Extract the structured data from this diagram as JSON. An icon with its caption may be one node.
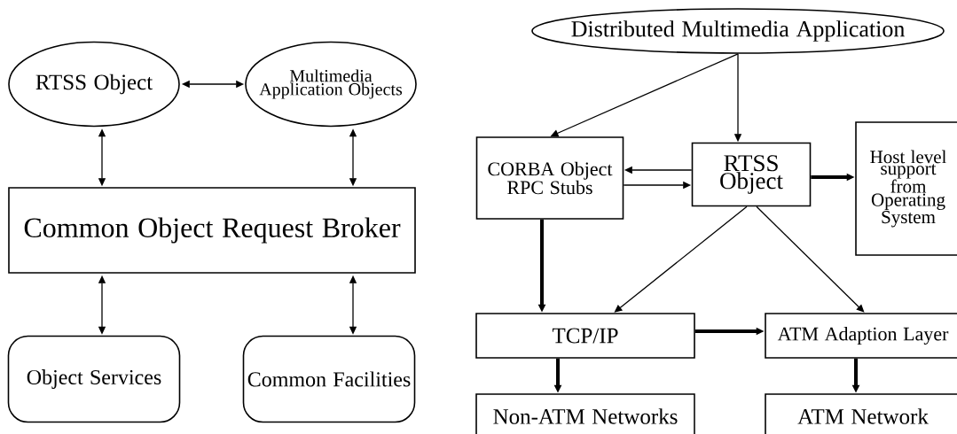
{
  "diagram": {
    "nodes": [
      {
        "text": [
          "RTSS Object"
        ]
      },
      {
        "text": [
          "Multimedia Application Objects"
        ]
      },
      {
        "text": [
          "Common Object Request Broker"
        ]
      },
      {
        "text": [
          "Object Services"
        ]
      },
      {
        "text": [
          "Common Facilities"
        ]
      },
      {
        "text": [
          "Distributed Multimedia Application"
        ]
      },
      {
        "text": [
          "CORBA Object RPC Stubs"
        ]
      },
      {
        "text": [
          "RTSS Object"
        ]
      },
      {
        "text": [
          "Host level support from Operating System"
        ]
      },
      {
        "text": [
          "TCP/IP"
        ]
      },
      {
        "text": [
          "ATM Adaption Layer"
        ]
      },
      {
        "text": [
          "Non-ATM Networks"
        ]
      },
      {
        "text": [
          "ATM Network"
        ]
      }
    ],
    "edges": [
      {
        "from": 0,
        "to": 1,
        "arrow": "both"
      },
      {
        "from": 0,
        "to": 2,
        "arrow": "both"
      },
      {
        "from": 1,
        "to": 2,
        "arrow": "both"
      },
      {
        "from": 2,
        "to": 3,
        "arrow": "both"
      },
      {
        "from": 2,
        "to": 4,
        "arrow": "both"
      },
      {
        "from": 5,
        "to": 6,
        "arrow": "to"
      },
      {
        "from": 5,
        "to": 7,
        "arrow": "to"
      },
      {
        "from": 7,
        "to": 6,
        "arrow": "to"
      },
      {
        "from": 6,
        "to": 7,
        "arrow": "to"
      },
      {
        "from": 7,
        "to": 8,
        "arrow": "to",
        "style": "thick"
      },
      {
        "from": 6,
        "to": 9,
        "arrow": "to",
        "style": "thick"
      },
      {
        "from": 7,
        "to": 9,
        "arrow": "to"
      },
      {
        "from": 7,
        "to": 10,
        "arrow": "to"
      },
      {
        "from": 9,
        "to": 10,
        "arrow": "to",
        "style": "thick"
      },
      {
        "from": 9,
        "to": 11,
        "arrow": "to",
        "style": "thick"
      },
      {
        "from": 10,
        "to": 12,
        "arrow": "to",
        "style": "thick"
      }
    ]
  }
}
